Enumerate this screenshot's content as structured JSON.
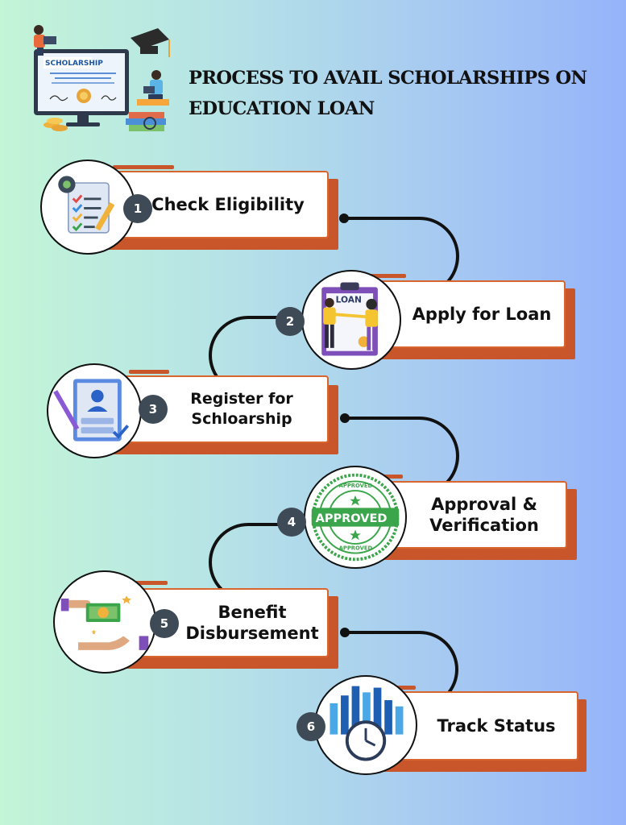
{
  "title": {
    "line1": "PROCESS TO AVAIL SCHOLARSHIPS ON",
    "line2": "EDUCATION LOAN"
  },
  "hero": {
    "banner_text": "SCHOLARSHIP"
  },
  "steps": [
    {
      "number": "1",
      "label": "Check Eligibility",
      "icon": "checklist-icon"
    },
    {
      "number": "2",
      "label": "Apply for Loan",
      "icon": "loan-handshake-icon",
      "icon_text": "LOAN"
    },
    {
      "number": "3",
      "label": "Register for Schloarship",
      "icon": "registration-form-icon"
    },
    {
      "number": "4",
      "label": "Approval & Verification",
      "icon": "approved-stamp-icon",
      "icon_text": "APPROVED",
      "ring_text": "APPROVED"
    },
    {
      "number": "5",
      "label": "Benefit Disbursement",
      "icon": "money-transfer-icon"
    },
    {
      "number": "6",
      "label": "Track Status",
      "icon": "bar-chart-clock-icon"
    }
  ],
  "colors": {
    "accent_orange": "#c8562a",
    "badge_gray": "#3f4a57",
    "approved_green": "#3aa54a"
  }
}
